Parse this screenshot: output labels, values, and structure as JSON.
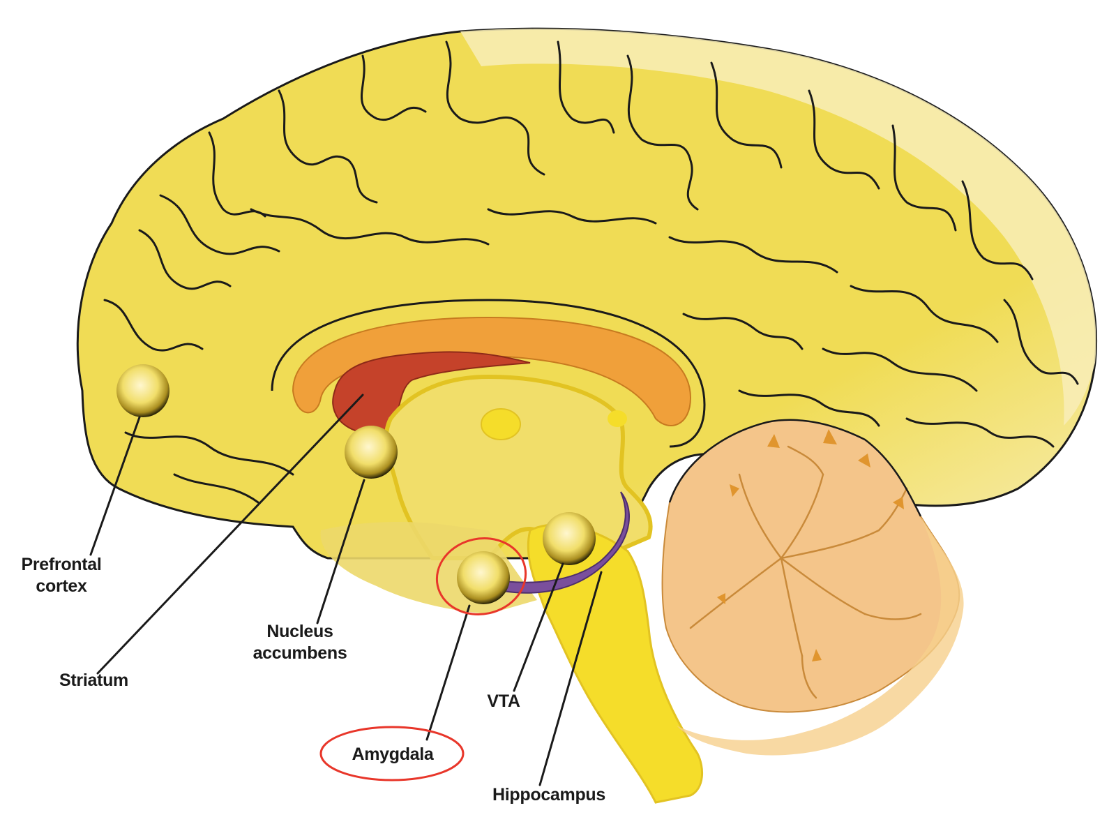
{
  "diagram": {
    "labels": {
      "prefrontal_cortex": [
        "Prefrontal",
        "cortex"
      ],
      "striatum": "Striatum",
      "nucleus_accumbens": [
        "Nucleus",
        "accumbens"
      ],
      "amygdala": "Amygdala",
      "vta": "VTA",
      "hippocampus": "Hippocampus"
    },
    "highlighted_structure": "Amygdala",
    "colors": {
      "cortex": "#eed94a",
      "cortex_dark": "#d9bd2c",
      "cortex_pale": "#f7edb4",
      "corpus_callosum": "#f0a03a",
      "striatum": "#c5422a",
      "brainstem": "#f5dd2a",
      "hippocampus": "#7a4f9c",
      "cerebellum": "#f4c58a",
      "cerebellum_dark": "#e0952e",
      "highlight": "#e8362a",
      "outline": "#1a1a1a"
    }
  }
}
